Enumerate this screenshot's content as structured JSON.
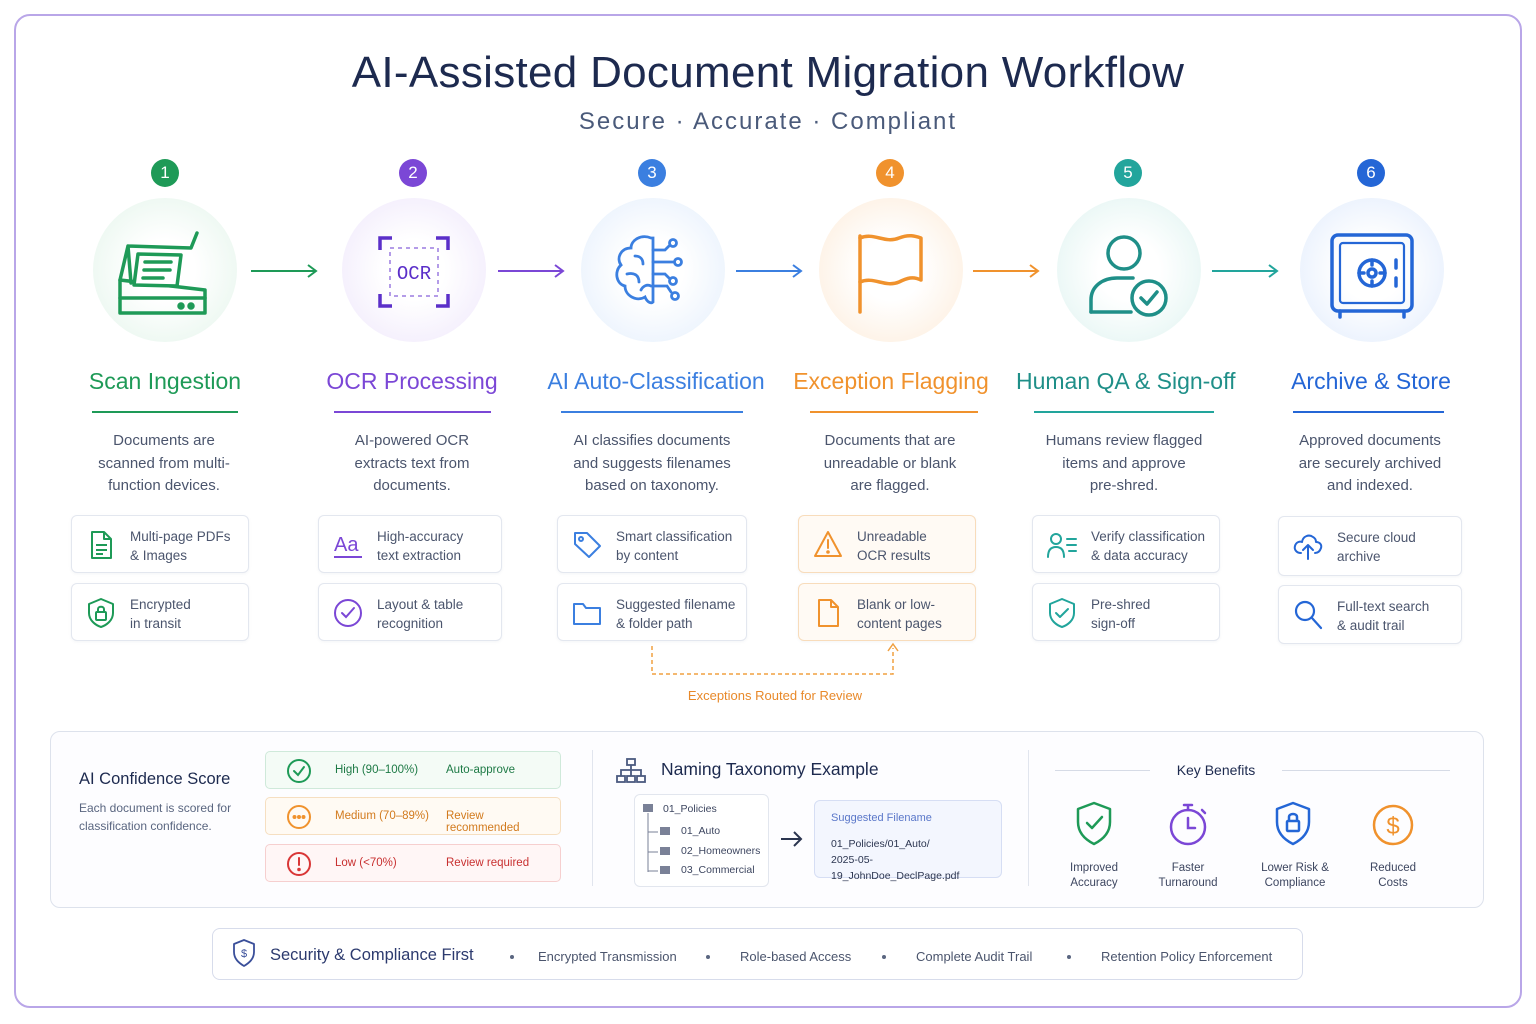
{
  "title": "AI-Assisted Document Migration Workflow",
  "subtitle": "Secure · Accurate · Compliant",
  "colors": {
    "green": "#1e9a57",
    "purple": "#7b47d6",
    "blue": "#3b7fe0",
    "orange": "#f0922d",
    "teal": "#22a59c",
    "darkblue": "#2466d6"
  },
  "stages": [
    {
      "number": "1",
      "title": "Scan Ingestion",
      "icon": "scanner-icon",
      "desc": [
        "Documents are",
        "scanned from multi-",
        "function devices."
      ],
      "features": [
        {
          "icon": "document-icon",
          "text": [
            "Multi-page PDFs",
            "& Images"
          ]
        },
        {
          "icon": "shield-lock-icon",
          "text": [
            "Encrypted",
            "in transit"
          ]
        }
      ]
    },
    {
      "number": "2",
      "title": "OCR Processing",
      "icon": "ocr-icon",
      "desc": [
        "AI-powered OCR",
        "extracts text from",
        "documents."
      ],
      "features": [
        {
          "icon": "text-aa-icon",
          "text": [
            "High-accuracy",
            "text extraction"
          ]
        },
        {
          "icon": "check-circle-icon",
          "text": [
            "Layout & table",
            "recognition"
          ]
        }
      ]
    },
    {
      "number": "3",
      "title": "AI Auto-Classification",
      "icon": "brain-circuit-icon",
      "desc": [
        "AI classifies documents",
        "and suggests filenames",
        "based on taxonomy."
      ],
      "features": [
        {
          "icon": "tag-icon",
          "text": [
            "Smart classification",
            "by content"
          ]
        },
        {
          "icon": "folder-icon",
          "text": [
            "Suggested filename",
            "& folder path"
          ]
        }
      ]
    },
    {
      "number": "4",
      "title": "Exception Flagging",
      "icon": "flag-icon",
      "desc": [
        "Documents that are",
        "unreadable or blank",
        "are flagged."
      ],
      "features": [
        {
          "icon": "warning-triangle-icon",
          "text": [
            "Unreadable",
            "OCR results"
          ]
        },
        {
          "icon": "blank-page-icon",
          "text": [
            "Blank or low-",
            "content pages"
          ]
        }
      ]
    },
    {
      "number": "5",
      "title": "Human QA & Sign-off",
      "icon": "user-check-icon",
      "desc": [
        "Humans review flagged",
        "items and approve",
        "pre-shred."
      ],
      "features": [
        {
          "icon": "user-list-icon",
          "text": [
            "Verify classification",
            "& data accuracy"
          ]
        },
        {
          "icon": "shield-check-icon",
          "text": [
            "Pre-shred",
            "sign-off"
          ]
        }
      ]
    },
    {
      "number": "6",
      "title": "Archive & Store",
      "icon": "safe-icon",
      "desc": [
        "Approved documents",
        "are securely archived",
        "and indexed."
      ],
      "features": [
        {
          "icon": "cloud-upload-icon",
          "text": [
            "Secure cloud",
            "archive"
          ]
        },
        {
          "icon": "search-icon",
          "text": [
            "Full-text search",
            "& audit trail"
          ]
        }
      ]
    }
  ],
  "exception_route_label": "Exceptions Routed for Review",
  "confidence": {
    "title": "AI Confidence Score",
    "desc": "Each document is scored for classification confidence.",
    "rows": [
      {
        "level": "High (90–100%)",
        "action": "Auto-approve",
        "icon": "check-circle-icon"
      },
      {
        "level": "Medium (70–89%)",
        "action": "Review recommended",
        "icon": "ellipsis-circle-icon"
      },
      {
        "level": "Low (<70%)",
        "action": "Review required",
        "icon": "alert-circle-icon"
      }
    ]
  },
  "taxonomy": {
    "title": "Naming Taxonomy Example",
    "tree": [
      "01_Policies",
      "01_Auto",
      "02_Homeowners",
      "03_Commercial"
    ],
    "suggested_label": "Suggested Filename",
    "suggested_value_1": "01_Policies/01_Auto/",
    "suggested_value_2": "2025-05-19_JohnDoe_DeclPage.pdf"
  },
  "benefits": {
    "title": "Key Benefits",
    "items": [
      {
        "icon": "shield-check-icon",
        "label_1": "Improved",
        "label_2": "Accuracy"
      },
      {
        "icon": "stopwatch-icon",
        "label_1": "Faster",
        "label_2": "Turnaround"
      },
      {
        "icon": "shield-lock-icon",
        "label_1": "Lower Risk &",
        "label_2": "Compliance"
      },
      {
        "icon": "dollar-circle-icon",
        "label_1": "Reduced",
        "label_2": "Costs"
      }
    ]
  },
  "security": {
    "title": "Security & Compliance First",
    "items": [
      "Encrypted Transmission",
      "Role-based Access",
      "Complete Audit Trail",
      "Retention Policy Enforcement"
    ]
  }
}
